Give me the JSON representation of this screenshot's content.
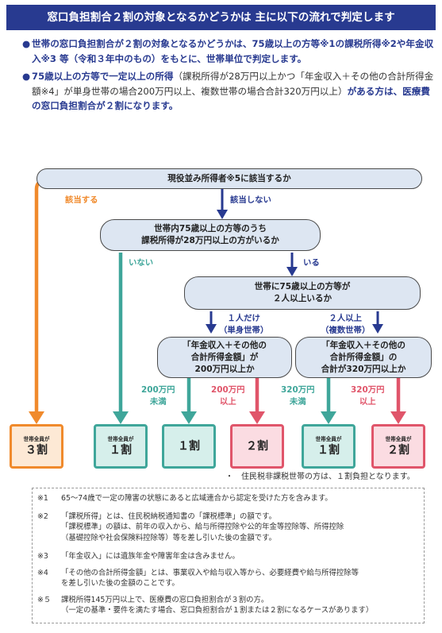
{
  "title": "窓口負担割合２割の対象となるかどうかは 主に以下の流れで判定します",
  "bullets": [
    {
      "dot": "●",
      "text": "世帯の窓口負担割合が２割の対象となるかどうかは、75歳以上の方等※1の課税所得※2や年金収入※3 等（令和３年中のもの）をもとに、世帯単位で判定します。"
    },
    {
      "dot": "●",
      "t1": "75歳以上の方等で一定以上の所得",
      "t2": "（課税所得が28万円以上かつ「年金収入＋その他の合計所得金額※4」が単身世帯の場合200万円以上、複数世帯の場合合計320万円以上）",
      "t3": "がある方は、医療費の窓口負担割合が２割になります。"
    }
  ],
  "flow": {
    "q1": "現役並み所得者※5に該当するか",
    "q1_yes": "該当する",
    "q1_no": "該当しない",
    "q2_l1": "世帯内75歳以上の方等のうち",
    "q2_l2": "課税所得が28万円以上の方がいるか",
    "q2_no": "いない",
    "q2_yes": "いる",
    "q3_l1": "世帯に75歳以上の方等が",
    "q3_l2": "２人以上いるか",
    "single_l1": "１人だけ",
    "single_l2": "（単身世帯）",
    "multi_l1": "２人以上",
    "multi_l2": "（複数世帯）",
    "q4_l1": "「年金収入＋その他の",
    "q4_l2": "合計所得金額」が",
    "q4_l3": "200万円以上か",
    "q5_l1": "「年金収入＋その他の",
    "q5_l2": "合計所得金額」の",
    "q5_l3": "合計が320万円以上か",
    "q4_under_l1": "200万円",
    "q4_under_l2": "未満",
    "q4_over_l1": "200万円",
    "q4_over_l2": "以上",
    "q5_under_l1": "320万円",
    "q5_under_l2": "未満",
    "q5_over_l1": "320万円",
    "q5_over_l2": "以上"
  },
  "results": [
    {
      "small": "世帯全員が",
      "big": "３割"
    },
    {
      "small": "世帯全員が",
      "big": "１割"
    },
    {
      "small": "",
      "big": "１割"
    },
    {
      "small": "",
      "big": "２割"
    },
    {
      "small": "世帯全員が",
      "big": "１割"
    },
    {
      "small": "世帯全員が",
      "big": "２割"
    }
  ],
  "note_exempt": "・　住民税非課税世帯の方は、１割負担となります。",
  "notes": [
    {
      "mark": "※1",
      "lines": [
        "65～74歳で一定の障害の状態にあると広域連合から認定を受けた方を含みます。"
      ]
    },
    {
      "mark": "※2",
      "lines": [
        "「課税所得」とは、住民税納税通知書の「課税標準」の額です。",
        "「課税標準」の額は、前年の収入から、給与所得控除や公的年金等控除等、所得控除",
        "（基礎控除や社会保険料控除等）等を差し引いた後の金額です。"
      ]
    },
    {
      "mark": "※3",
      "lines": [
        "「年金収入」には遺族年金や障害年金は含みません。"
      ]
    },
    {
      "mark": "※4",
      "lines": [
        "「その他の合計所得金額」とは、事業収入や給与収入等から、必要経費や給与所得控除等",
        "を差し引いた後の金額のことです。"
      ]
    },
    {
      "mark": "※５",
      "lines": [
        "課税所得145万円以上で、医療費の窓口負担割合が３割の方。",
        "（一定の基準・要件を満たす場合、窓口負担割合が１割または２割になるケースがあります）"
      ]
    }
  ],
  "colors": {
    "navy": "#283a90",
    "orange": "#f08a2c",
    "teal": "#3fa69a",
    "pink": "#e0556a",
    "box": "#dde6f2"
  }
}
